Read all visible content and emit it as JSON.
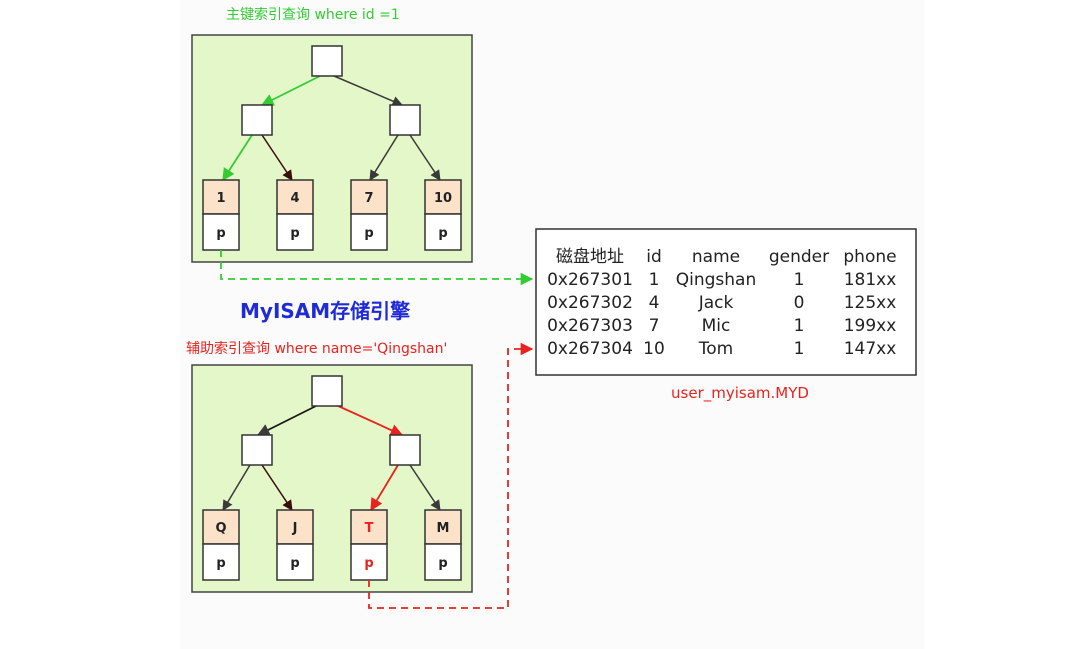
{
  "title": "MyISAM存储引擎",
  "primary_index": {
    "caption": "主键索引查询 where id =1",
    "keys": [
      "1",
      "4",
      "7",
      "10"
    ],
    "pointers": [
      "p",
      "p",
      "p",
      "p"
    ]
  },
  "secondary_index": {
    "caption": "辅助索引查询 where name='Qingshan'",
    "keys": [
      "Q",
      "J",
      "T",
      "M"
    ],
    "pointers": [
      "p",
      "p",
      "p",
      "p"
    ]
  },
  "data_file": {
    "caption": "user_myisam.MYD",
    "headers": [
      "磁盘地址",
      "id",
      "name",
      "gender",
      "phone"
    ],
    "rows": [
      [
        "0x267301",
        "1",
        "Qingshan",
        "1",
        "181xx"
      ],
      [
        "0x267302",
        "4",
        "Jack",
        "0",
        "125xx"
      ],
      [
        "0x267303",
        "7",
        "Mic",
        "1",
        "199xx"
      ],
      [
        "0x267304",
        "10",
        "Tom",
        "1",
        "147xx"
      ]
    ]
  },
  "colors": {
    "panel_fill": "#e3f7c8",
    "key_fill": "#fbe2c9",
    "primary_path": "#33cc33",
    "secondary_path": "#e8231f",
    "title": "#1f2bd6"
  }
}
